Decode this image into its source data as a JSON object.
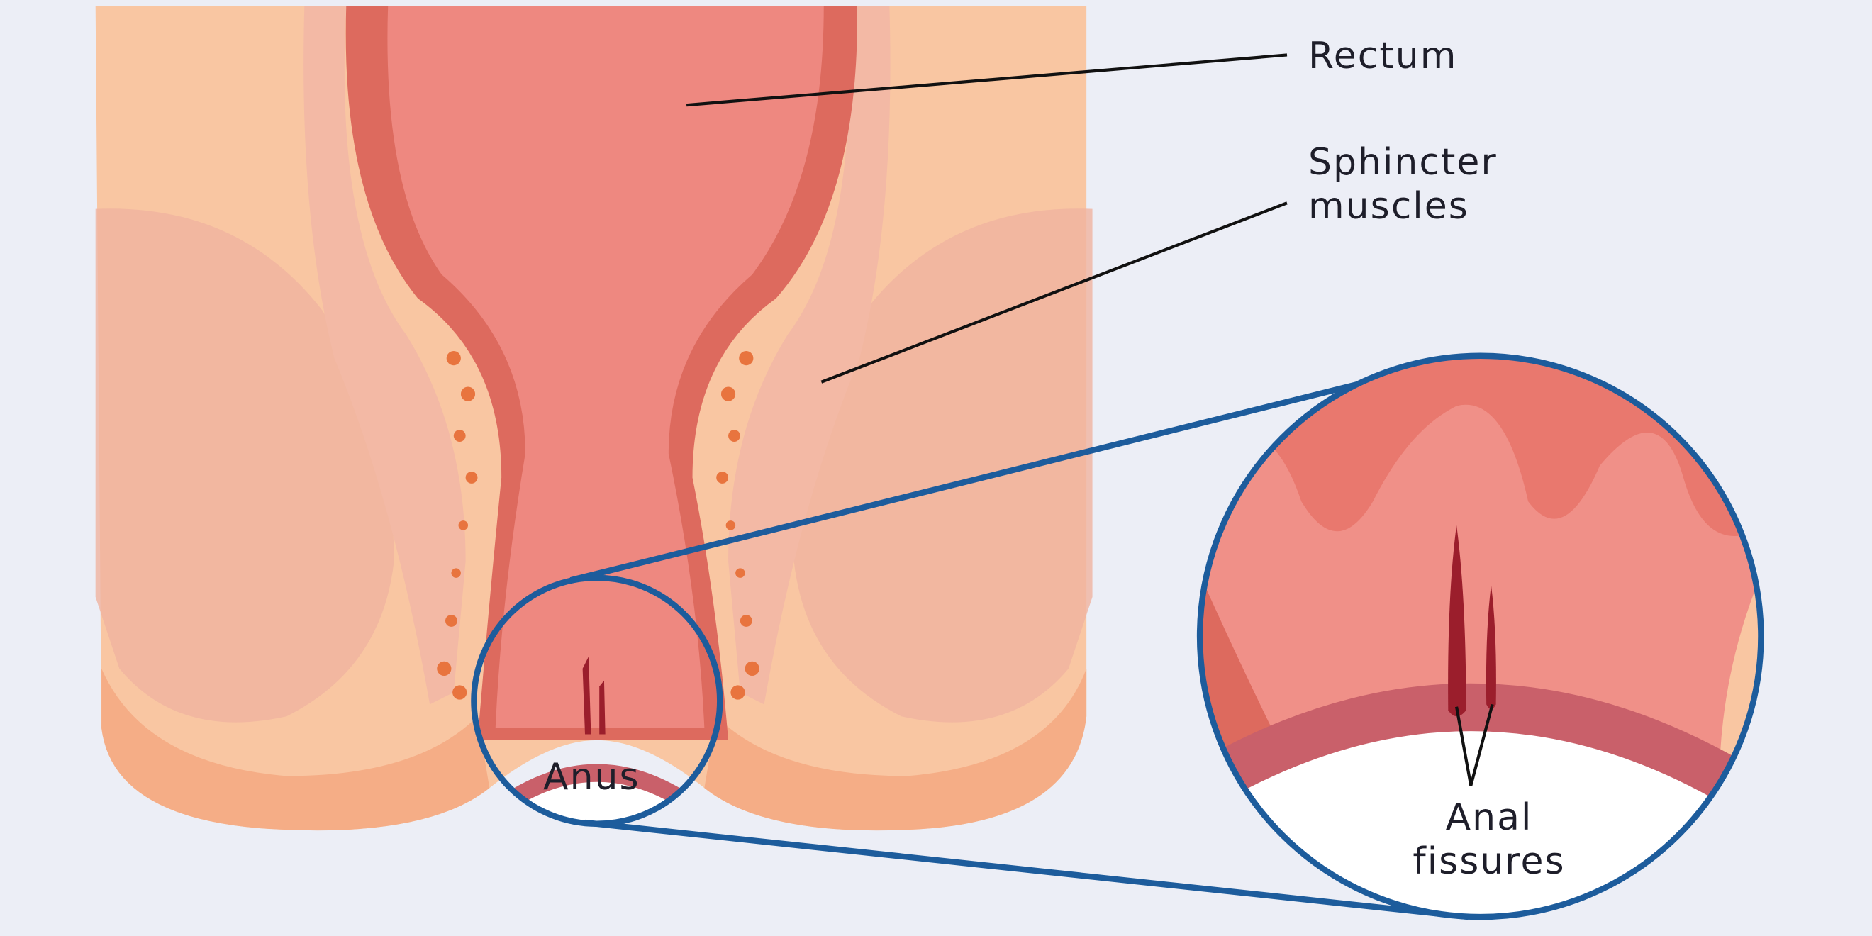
{
  "labels": {
    "rectum": "Rectum",
    "sphincter": "Sphincter muscles",
    "anus": "Anus",
    "fissures": "Anal fissures"
  },
  "colors": {
    "background": "#eceef6",
    "skin": "#f9c6a2",
    "skin_dark": "#f5ad86",
    "muscle": "#f0b3a0",
    "rectum": "#ee8880",
    "rectum_wall": "#dd6a5e",
    "circle": "#1d5c9c",
    "fissure": "#9b1e2c"
  }
}
